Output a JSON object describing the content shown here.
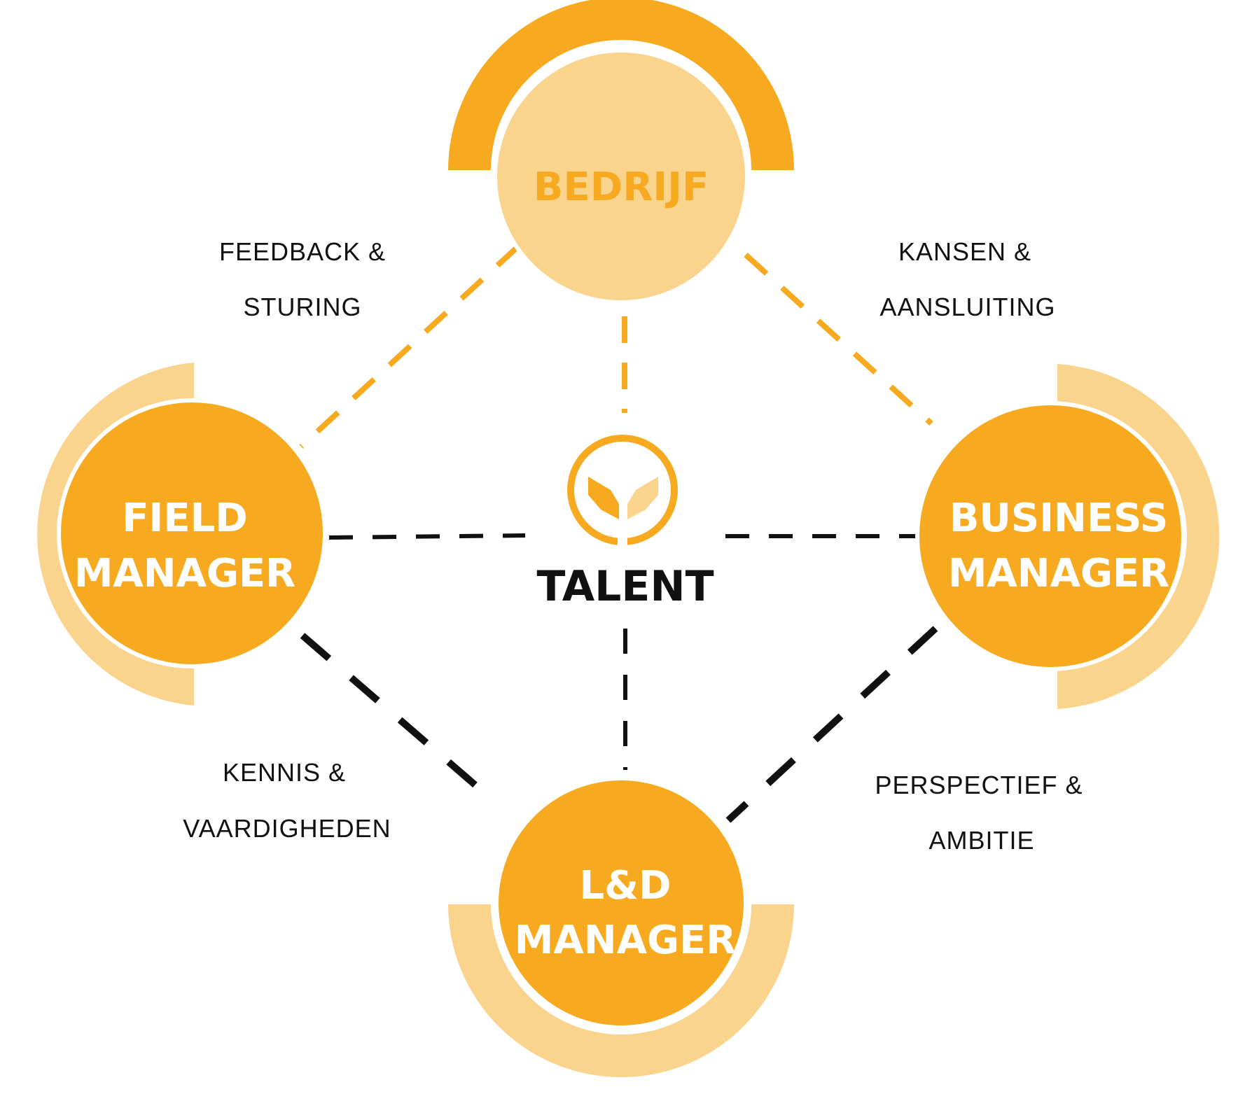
{
  "colors": {
    "primary": "#F7AA1F",
    "light": "#FAD38D",
    "dark": "#111111",
    "white": "#FFFFFF"
  },
  "nodes": {
    "top": {
      "label": "BEDRIJF"
    },
    "left": {
      "line1": "FIELD",
      "line2": "MANAGER"
    },
    "right": {
      "line1": "BUSINESS",
      "line2": "MANAGER"
    },
    "bottom": {
      "line1": "L&D",
      "line2": "MANAGER"
    }
  },
  "center": {
    "label": "TALENT",
    "icon": "talent-logo-icon"
  },
  "edges": {
    "top_left": {
      "line1": "FEEDBACK &",
      "line2": "STURING"
    },
    "top_right": {
      "line1": "KANSEN &",
      "line2": "AANSLUITING"
    },
    "bottom_left": {
      "line1": "KENNIS &",
      "line2": "VAARDIGHEDEN"
    },
    "bottom_right": {
      "line1": "PERSPECTIEF &",
      "line2": "AMBITIE"
    }
  }
}
